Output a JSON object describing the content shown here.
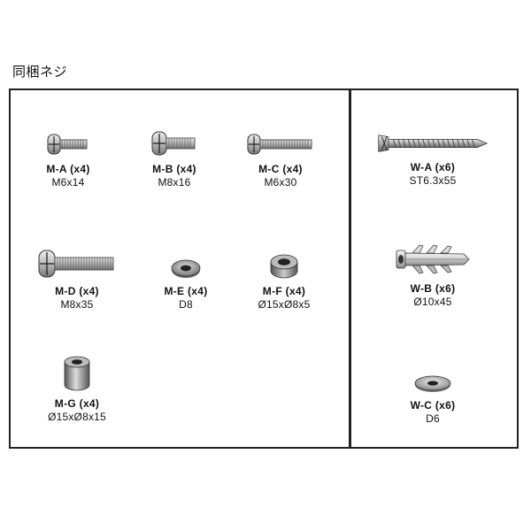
{
  "title": "同梱ネジ",
  "parts": [
    {
      "id": "m-a",
      "code": "M-A (x4)",
      "size": "M6x14"
    },
    {
      "id": "m-b",
      "code": "M-B (x4)",
      "size": "M8x16"
    },
    {
      "id": "m-c",
      "code": "M-C (x4)",
      "size": "M6x30"
    },
    {
      "id": "m-d",
      "code": "M-D (x4)",
      "size": "M8x35"
    },
    {
      "id": "m-e",
      "code": "M-E (x4)",
      "size": "D8"
    },
    {
      "id": "m-f",
      "code": "M-F (x4)",
      "size": "Ø15xØ8x5"
    },
    {
      "id": "m-g",
      "code": "M-G (x4)",
      "size": "Ø15xØ8x15"
    },
    {
      "id": "w-a",
      "code": "W-A (x6)",
      "size": "ST6.3x55"
    },
    {
      "id": "w-b",
      "code": "W-B (x6)",
      "size": "Ø10x45"
    },
    {
      "id": "w-c",
      "code": "W-C (x6)",
      "size": "D6"
    }
  ]
}
